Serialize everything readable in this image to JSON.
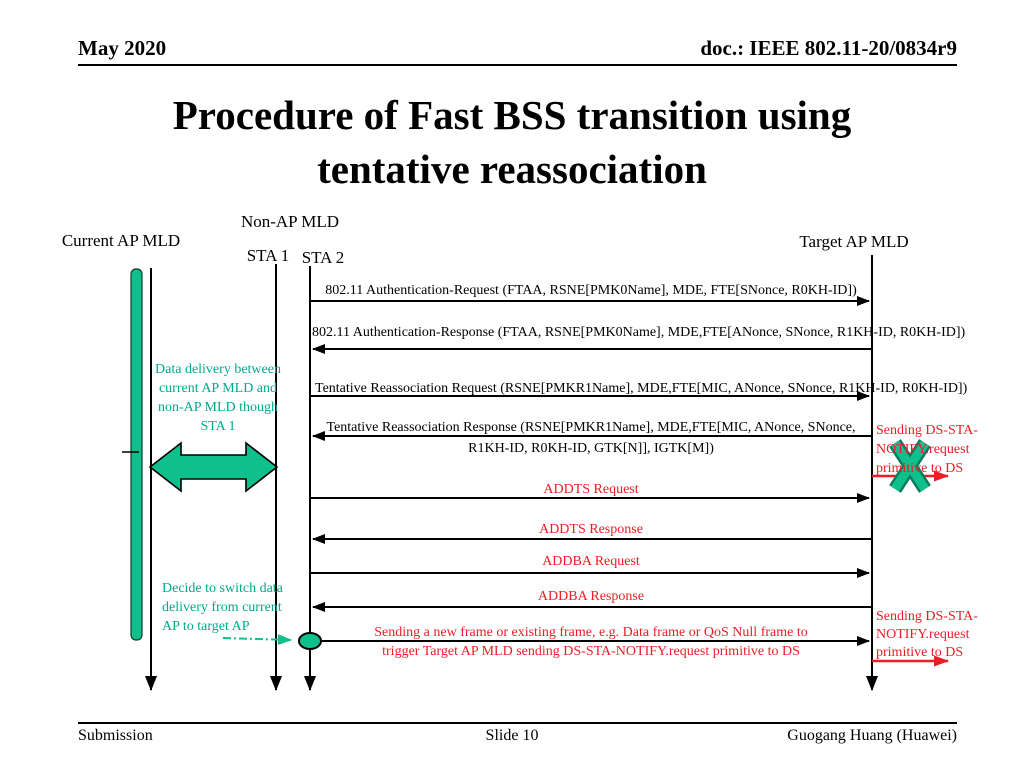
{
  "header": {
    "left": "May 2020",
    "right": "doc.: IEEE 802.11-20/0834r9"
  },
  "title": {
    "line1": "Procedure of Fast BSS transition using",
    "line2": "tentative reassociation"
  },
  "lifelines": {
    "current_ap": "Current AP MLD",
    "non_ap_group": "Non-AP MLD",
    "sta1": "STA 1",
    "sta2": "STA 2",
    "target_ap": "Target AP MLD"
  },
  "messages": [
    {
      "label": "802.11 Authentication-Request (FTAA, RSNE[PMK0Name], MDE, FTE[SNonce, R0KH-ID])",
      "direction": "right",
      "color": "black"
    },
    {
      "label": "802.11 Authentication-Response (FTAA, RSNE[PMK0Name], MDE,FTE[ANonce, SNonce, R1KH-ID, R0KH-ID])",
      "direction": "left",
      "color": "black"
    },
    {
      "label": "Tentative Reassociation Request (RSNE[PMKR1Name], MDE,FTE[MIC, ANonce, SNonce, R1KH-ID, R0KH-ID])",
      "direction": "right",
      "color": "black"
    },
    {
      "line1": "Tentative Reassociation Response (RSNE[PMKR1Name], MDE,FTE[MIC, ANonce, SNonce,",
      "line2": "R1KH-ID, R0KH-ID, GTK[N]], IGTK[M])",
      "direction": "left",
      "color": "black"
    },
    {
      "label": "ADDTS Request",
      "direction": "right",
      "color": "red"
    },
    {
      "label": "ADDTS Response",
      "direction": "left",
      "color": "red"
    },
    {
      "label": "ADDBA Request",
      "direction": "right",
      "color": "red"
    },
    {
      "label": "ADDBA Response",
      "direction": "left",
      "color": "red"
    },
    {
      "line1": "Sending a new frame or existing frame, e.g. Data frame or QoS Null frame to",
      "line2": "trigger Target AP MLD sending DS-STA-NOTIFY.request primitive to DS",
      "direction": "right",
      "color": "red"
    }
  ],
  "annotations": {
    "data_delivery": {
      "line1": "Data delivery between",
      "line2": "current AP MLD and",
      "line3": "non-AP MLD though",
      "line4": "STA 1"
    },
    "decide_switch": {
      "line1": "Decide to switch data",
      "line2": "delivery  from  current",
      "line3": "AP to target AP"
    },
    "ds_notify_blocked": {
      "line1": "Sending DS-STA-",
      "line2": "NOTIFY.request",
      "line3": "primitive to DS",
      "status": "crossed-out"
    },
    "ds_notify_active": {
      "line1": "Sending DS-STA-",
      "line2": "NOTIFY.request",
      "line3": "primitive to DS"
    }
  },
  "footer": {
    "left": "Submission",
    "center": "Slide 10",
    "right": "Guogang Huang (Huawei)"
  },
  "colors": {
    "red": "#ee1c24",
    "green_fill": "#10c08c",
    "green_text": "#00a98c",
    "black": "#000000"
  }
}
